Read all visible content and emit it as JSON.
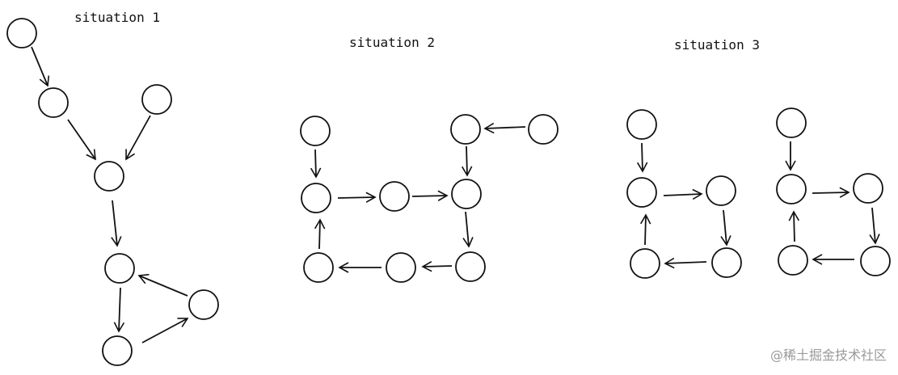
{
  "labels": {
    "situation1": "situation 1",
    "situation2": "situation 2",
    "situation3": "situation 3"
  },
  "watermark": "@稀土掘金技术社区",
  "colors": {
    "stroke": "#111111",
    "background": "#ffffff",
    "watermark": "#9a9a9a"
  }
}
